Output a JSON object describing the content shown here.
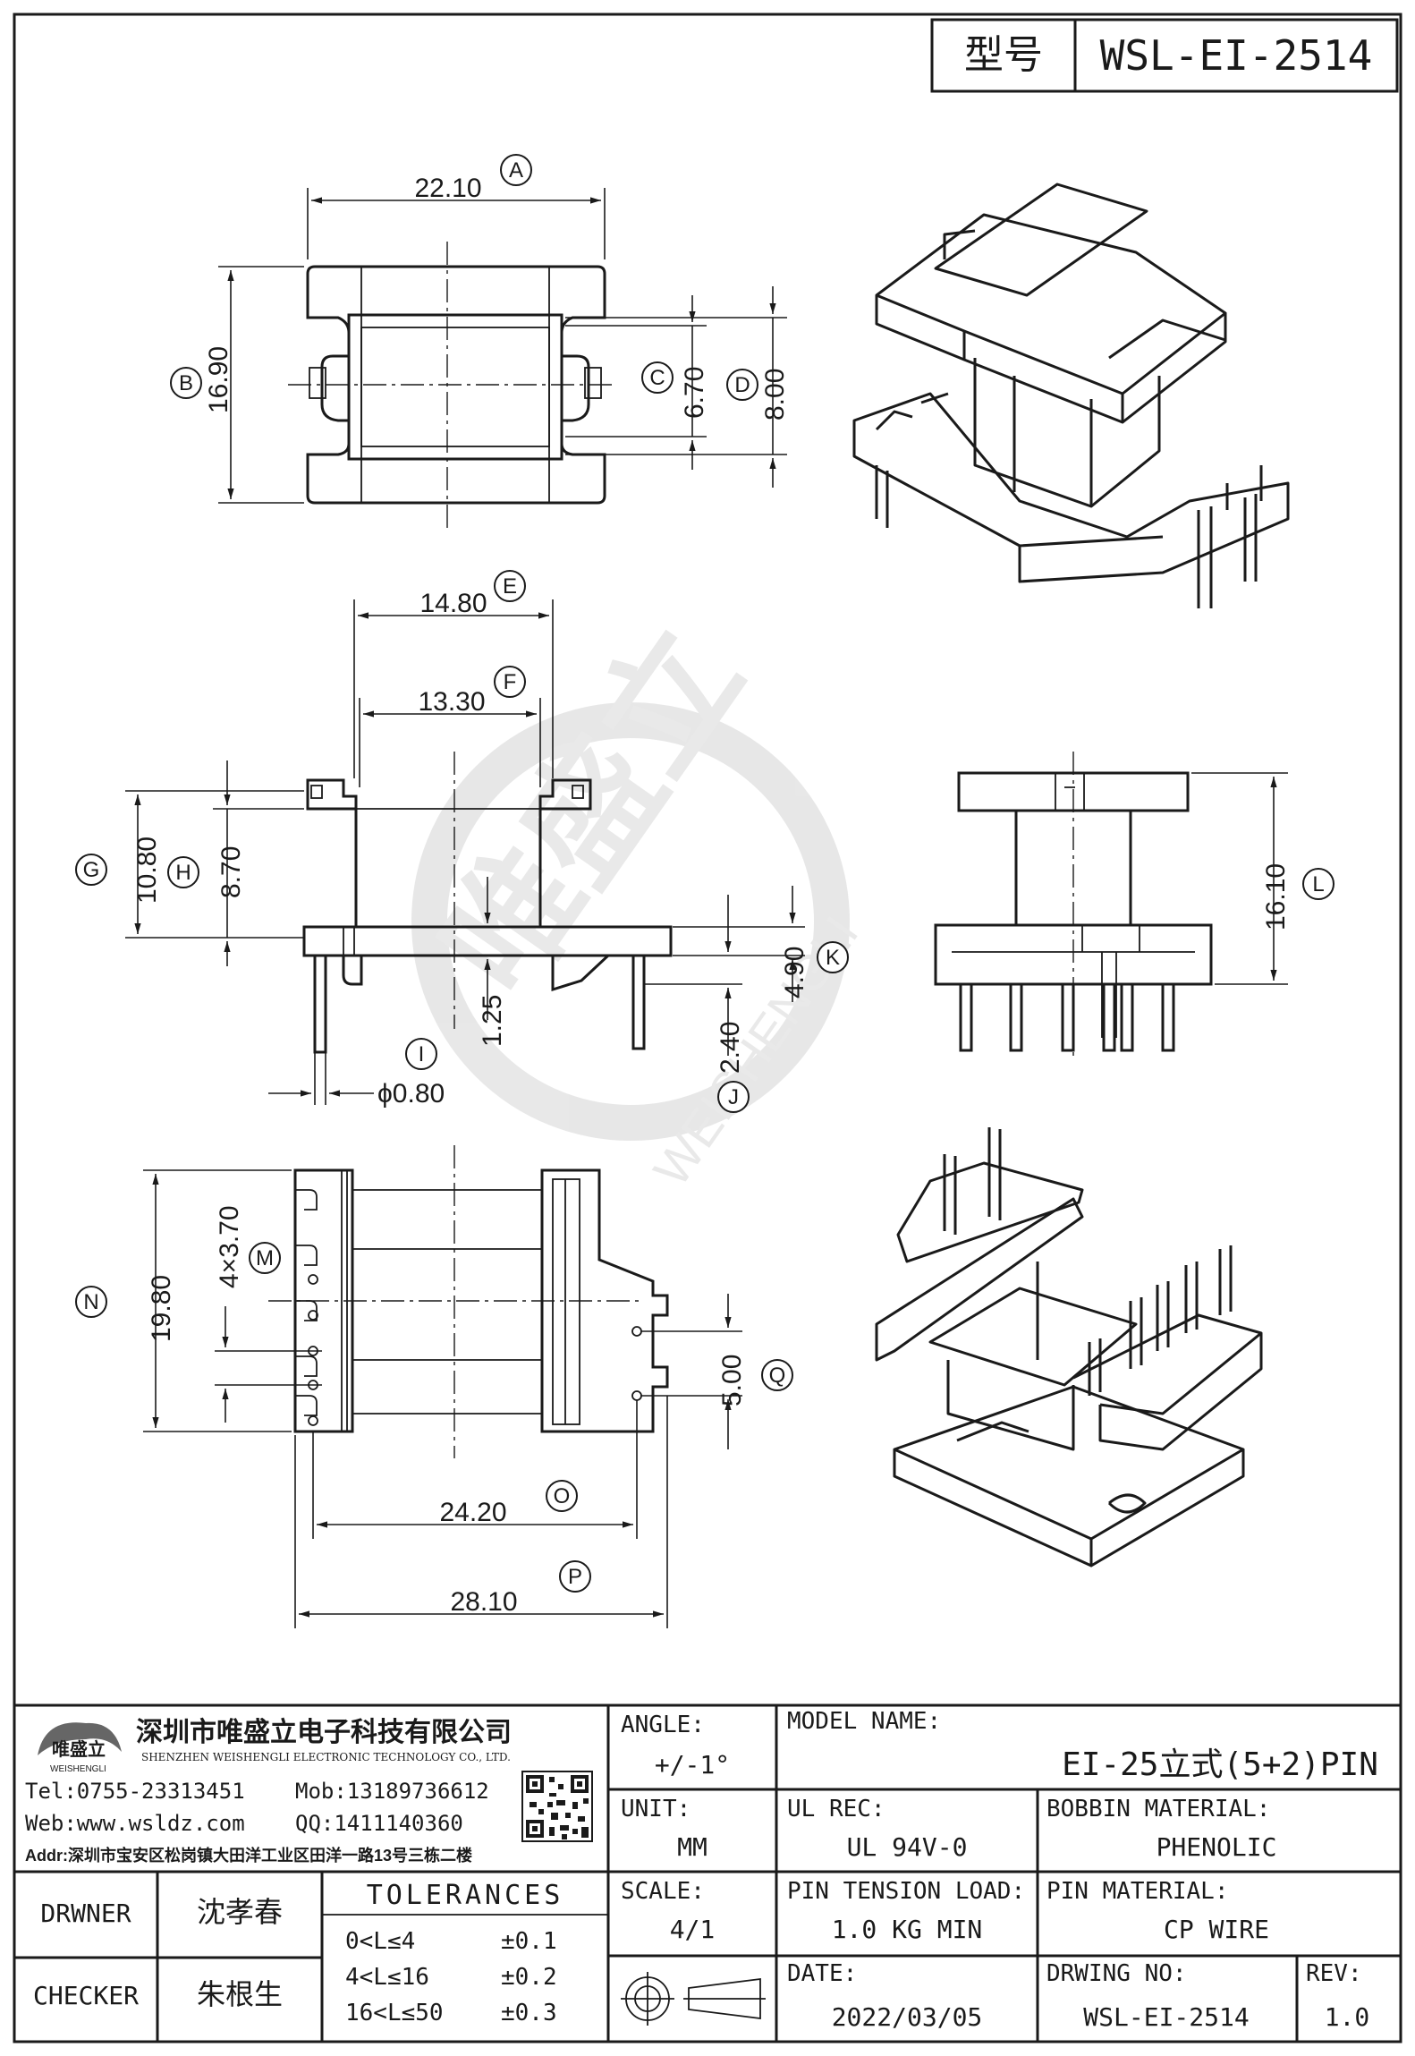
{
  "header": {
    "model_label": "型号",
    "model_value": "WSL-EI-2514"
  },
  "dims": {
    "A": "22.10",
    "B": "16.90",
    "C": "6.70",
    "D": "8.00",
    "E": "14.80",
    "F": "13.30",
    "G": "10.80",
    "H": "8.70",
    "I": "ϕ0.80",
    "J": "2.40",
    "K": "4.90",
    "I2": "1.25",
    "L": "16.10",
    "M": "4×3.70",
    "N": "19.80",
    "O": "24.20",
    "P": "28.10",
    "Q": "5.00"
  },
  "markers": [
    "A",
    "B",
    "C",
    "D",
    "E",
    "F",
    "G",
    "H",
    "I",
    "J",
    "K",
    "L",
    "M",
    "N",
    "O",
    "P",
    "Q"
  ],
  "watermark": {
    "cn": "唯盛立",
    "en": "WEISHENGLI"
  },
  "company": {
    "name": "深圳市唯盛立电子科技有限公司",
    "name_en": "SHENZHEN WEISHENGLI ELECTRONIC TECHNOLOGY CO., LTD.",
    "logo_cn": "唯盛立",
    "logo_en": "WEISHENGLI",
    "tel": "Tel:0755-23313451",
    "mob": "Mob:13189736612",
    "web": "Web:www.wsldz.com",
    "qq": "QQ:1411140360",
    "addr": "Addr:深圳市宝安区松岗镇大田洋工业区田洋一路13号三栋二楼"
  },
  "title_block": {
    "angle_label": "ANGLE:",
    "angle_value": "+/-1°",
    "model_name_label": "MODEL NAME:",
    "model_name_value": "EI-25立式(5+2)PIN",
    "unit_label": "UNIT:",
    "unit_value": "MM",
    "ul_label": "UL REC:",
    "ul_value": "UL 94V-0",
    "bobbin_label": "BOBBIN MATERIAL:",
    "bobbin_value": "PHENOLIC",
    "drawer_label": "DRWNER",
    "drawer_value": "沈孝春",
    "checker_label": "CHECKER",
    "checker_value": "朱根生",
    "tolerances_label": "TOLERANCES",
    "tol_rows": [
      {
        "range": "0<L≤4",
        "tol": "±0.1"
      },
      {
        "range": "4<L≤16",
        "tol": "±0.2"
      },
      {
        "range": "16<L≤50",
        "tol": "±0.3"
      }
    ],
    "scale_label": "SCALE:",
    "scale_value": "4/1",
    "pin_tension_label": "PIN TENSION LOAD:",
    "pin_tension_value": "1.0 KG MIN",
    "pin_material_label": "PIN MATERIAL:",
    "pin_material_value": "CP WIRE",
    "date_label": "DATE:",
    "date_value": "2022/03/05",
    "drawing_no_label": "DRWING NO:",
    "drawing_no_value": "WSL-EI-2514",
    "rev_label": "REV:",
    "rev_value": "1.0"
  }
}
